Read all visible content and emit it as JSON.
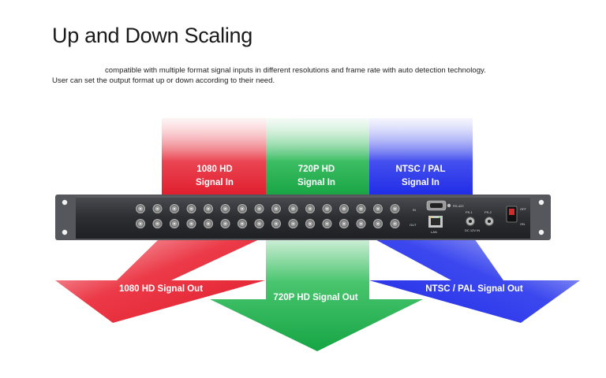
{
  "title": "Up and Down Scaling",
  "description": {
    "line1": "compatible with multiple format signal inputs in different resolutions and frame rate with auto detection technology.",
    "line2": "User can set the output format up or down according to their need."
  },
  "inputs": [
    {
      "line1": "1080 HD",
      "line2": "Signal In",
      "color": "#e8202e"
    },
    {
      "line1": "720P HD",
      "line2": "Signal In",
      "color": "#1fb04a"
    },
    {
      "line1": "NTSC / PAL",
      "line2": "Signal In",
      "color": "#2430e8"
    }
  ],
  "outputs": [
    {
      "label": "1080 HD Signal Out",
      "color": "#e8202e"
    },
    {
      "label": "720P HD Signal Out",
      "color": "#1fb04a"
    },
    {
      "label": "NTSC / PAL Signal Out",
      "color": "#2430e8"
    }
  ],
  "device": {
    "port_labels": {
      "in": "IN",
      "out": "OUT",
      "rs422": "RS-422",
      "lan": "LAN",
      "ps1": "PS-1",
      "ps2": "PS-2",
      "power": "DC 12V IN",
      "off": "OFF",
      "on": "ON"
    }
  }
}
